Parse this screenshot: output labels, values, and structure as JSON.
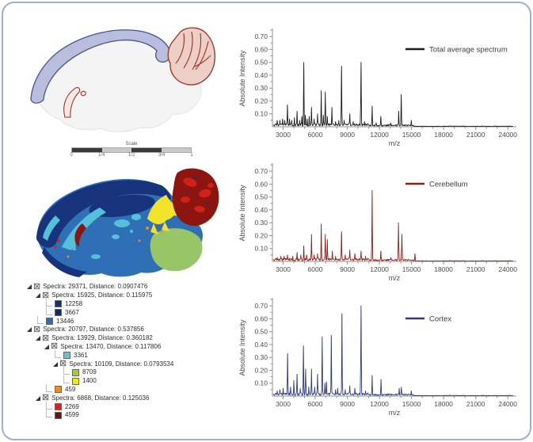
{
  "figure": {
    "background": "#ffffff",
    "border_color": "#9cb1cd"
  },
  "anatomy_panel": {
    "regions": [
      {
        "name": "brain-section",
        "fill_color": "#f4f4f4",
        "outline_color": "#e3e3e3"
      },
      {
        "name": "cortex",
        "fill_color": "#b9bedd",
        "outline_color": "#4a5491"
      },
      {
        "name": "cerebellum",
        "fill_color": "#eccfc7",
        "outline_color": "#a23a2b"
      },
      {
        "name": "hippocampus",
        "fill_color": "#f6e7e3",
        "outline_color": "#8e2b20"
      }
    ],
    "scalebar": {
      "title": "Scale",
      "ticks": [
        "0",
        "1/4",
        "1/2",
        "3/4",
        "1"
      ],
      "dark_color": "#3a3a3a",
      "light_color": "#c9c9c9"
    }
  },
  "segmentation_panel": {
    "cluster_colors": {
      "dark_navy": "#16337c",
      "blue": "#2f6fb5",
      "cyan": "#55c0da",
      "green": "#98c566",
      "yellow": "#f2e229",
      "orange": "#ee8a1e",
      "red": "#cf2118",
      "dark_red": "#8c150f"
    }
  },
  "tree": {
    "rows": [
      {
        "level": 0,
        "type": "node",
        "label": "Spectra: 29371, Distance: 0.0907476"
      },
      {
        "level": 1,
        "type": "node",
        "label": "Spectra: 15925, Distance: 0.115975"
      },
      {
        "level": 2,
        "type": "leaf",
        "label": "12258",
        "color": "#1b2e6b"
      },
      {
        "level": 2,
        "type": "leaf",
        "label": "3667",
        "color": "#17275f"
      },
      {
        "level": 1,
        "type": "leaf",
        "label": "13446",
        "color": "#2e6db8"
      },
      {
        "level": 0,
        "type": "node",
        "label": "Spectra: 20797, Distance: 0.537856"
      },
      {
        "level": 1,
        "type": "node",
        "label": "Spectra: 13929, Distance: 0.360182"
      },
      {
        "level": 2,
        "type": "node",
        "label": "Spectra: 13470, Distance: 0.117806"
      },
      {
        "level": 3,
        "type": "leaf",
        "label": "3361",
        "color": "#62c5da"
      },
      {
        "level": 3,
        "type": "node",
        "label": "Spectra: 10109, Distance: 0.0793534"
      },
      {
        "level": 4,
        "type": "leaf",
        "label": "8709",
        "color": "#a9c93d"
      },
      {
        "level": 4,
        "type": "leaf",
        "label": "1400",
        "color": "#f0e22e"
      },
      {
        "level": 2,
        "type": "leaf",
        "label": "459",
        "color": "#ee8a1e"
      },
      {
        "level": 1,
        "type": "node",
        "label": "Spectra: 6868, Distance: 0.125036"
      },
      {
        "level": 2,
        "type": "leaf",
        "label": "2269",
        "color": "#d62320"
      },
      {
        "level": 2,
        "type": "leaf",
        "label": "4599",
        "color": "#6e1210"
      }
    ]
  },
  "chart_data": [
    {
      "type": "line",
      "xlabel": "m/z",
      "ylabel": "Absolute Intensity",
      "xlim": [
        2000,
        24800
      ],
      "ylim": [
        0,
        0.75
      ],
      "xticks": [
        3000,
        6000,
        9000,
        12000,
        15000,
        18000,
        21000,
        24000
      ],
      "yticks": [
        0.1,
        0.2,
        0.3,
        0.4,
        0.5,
        0.6,
        0.7
      ],
      "grid": false,
      "legend_position": "top-right",
      "series": [
        {
          "name": "Total average spectrum",
          "color": "#1c1c1c",
          "peaks_mz_intensity": [
            [
              2450,
              0.05
            ],
            [
              2700,
              0.05
            ],
            [
              2950,
              0.06
            ],
            [
              3150,
              0.05
            ],
            [
              3400,
              0.17
            ],
            [
              3600,
              0.06
            ],
            [
              3800,
              0.05
            ],
            [
              4050,
              0.07
            ],
            [
              4300,
              0.12
            ],
            [
              4550,
              0.05
            ],
            [
              4750,
              0.08
            ],
            [
              4930,
              0.5
            ],
            [
              5080,
              0.09
            ],
            [
              5250,
              0.06
            ],
            [
              5440,
              0.08
            ],
            [
              5650,
              0.15
            ],
            [
              5900,
              0.06
            ],
            [
              6220,
              0.1
            ],
            [
              6560,
              0.28
            ],
            [
              6760,
              0.09
            ],
            [
              6940,
              0.27
            ],
            [
              7130,
              0.08
            ],
            [
              7560,
              0.15
            ],
            [
              7900,
              0.04
            ],
            [
              8200,
              0.05
            ],
            [
              8460,
              0.47
            ],
            [
              8700,
              0.05
            ],
            [
              9230,
              0.1
            ],
            [
              9550,
              0.04
            ],
            [
              10280,
              0.5
            ],
            [
              10600,
              0.04
            ],
            [
              11320,
              0.16
            ],
            [
              11700,
              0.03
            ],
            [
              12130,
              0.08
            ],
            [
              13050,
              0.03
            ],
            [
              13800,
              0.12
            ],
            [
              14040,
              0.25
            ],
            [
              14980,
              0.05
            ]
          ]
        }
      ]
    },
    {
      "type": "line",
      "xlabel": "m/z",
      "ylabel": "Absolute Intensity",
      "xlim": [
        2000,
        24800
      ],
      "ylim": [
        0,
        0.75
      ],
      "xticks": [
        3000,
        6000,
        9000,
        12000,
        15000,
        18000,
        21000,
        24000
      ],
      "yticks": [
        0.1,
        0.2,
        0.3,
        0.4,
        0.5,
        0.6,
        0.7
      ],
      "grid": false,
      "legend_position": "top-right",
      "series": [
        {
          "name": "Cerebellum",
          "color": "#8b2015",
          "peaks_mz_intensity": [
            [
              2450,
              0.03
            ],
            [
              2800,
              0.04
            ],
            [
              3100,
              0.04
            ],
            [
              3400,
              0.05
            ],
            [
              3900,
              0.04
            ],
            [
              4300,
              0.07
            ],
            [
              4650,
              0.05
            ],
            [
              4930,
              0.12
            ],
            [
              5200,
              0.05
            ],
            [
              5650,
              0.21
            ],
            [
              5900,
              0.05
            ],
            [
              6220,
              0.06
            ],
            [
              6560,
              0.29
            ],
            [
              6940,
              0.21
            ],
            [
              7130,
              0.17
            ],
            [
              7600,
              0.08
            ],
            [
              7900,
              0.04
            ],
            [
              8460,
              0.23
            ],
            [
              8800,
              0.05
            ],
            [
              9230,
              0.09
            ],
            [
              9700,
              0.06
            ],
            [
              10280,
              0.08
            ],
            [
              10700,
              0.04
            ],
            [
              11320,
              0.55
            ],
            [
              12130,
              0.08
            ],
            [
              13080,
              0.03
            ],
            [
              13780,
              0.3
            ],
            [
              14100,
              0.21
            ],
            [
              15320,
              0.06
            ]
          ]
        }
      ]
    },
    {
      "type": "line",
      "xlabel": "m/z",
      "ylabel": "Absolute Intensity",
      "xlim": [
        2000,
        24800
      ],
      "ylim": [
        0,
        0.75
      ],
      "xticks": [
        3000,
        6000,
        9000,
        12000,
        15000,
        18000,
        21000,
        24000
      ],
      "yticks": [
        0.1,
        0.2,
        0.3,
        0.4,
        0.5,
        0.6,
        0.7
      ],
      "grid": false,
      "legend_position": "top-right",
      "series": [
        {
          "name": "Cortex",
          "color": "#2e3a7c",
          "peaks_mz_intensity": [
            [
              2450,
              0.04
            ],
            [
              2700,
              0.05
            ],
            [
              3000,
              0.06
            ],
            [
              3420,
              0.33
            ],
            [
              3700,
              0.07
            ],
            [
              4000,
              0.12
            ],
            [
              4300,
              0.17
            ],
            [
              4600,
              0.06
            ],
            [
              4900,
              0.39
            ],
            [
              5100,
              0.21
            ],
            [
              5400,
              0.07
            ],
            [
              5650,
              0.21
            ],
            [
              5950,
              0.07
            ],
            [
              6220,
              0.17
            ],
            [
              6650,
              0.46
            ],
            [
              6900,
              0.1
            ],
            [
              7050,
              0.11
            ],
            [
              7500,
              0.47
            ],
            [
              7900,
              0.05
            ],
            [
              8100,
              0.06
            ],
            [
              8500,
              0.64
            ],
            [
              8800,
              0.05
            ],
            [
              9230,
              0.08
            ],
            [
              9700,
              0.06
            ],
            [
              10280,
              0.7
            ],
            [
              10700,
              0.04
            ],
            [
              11320,
              0.16
            ],
            [
              12150,
              0.13
            ],
            [
              13850,
              0.06
            ],
            [
              14050,
              0.07
            ],
            [
              14980,
              0.04
            ]
          ]
        }
      ]
    }
  ]
}
